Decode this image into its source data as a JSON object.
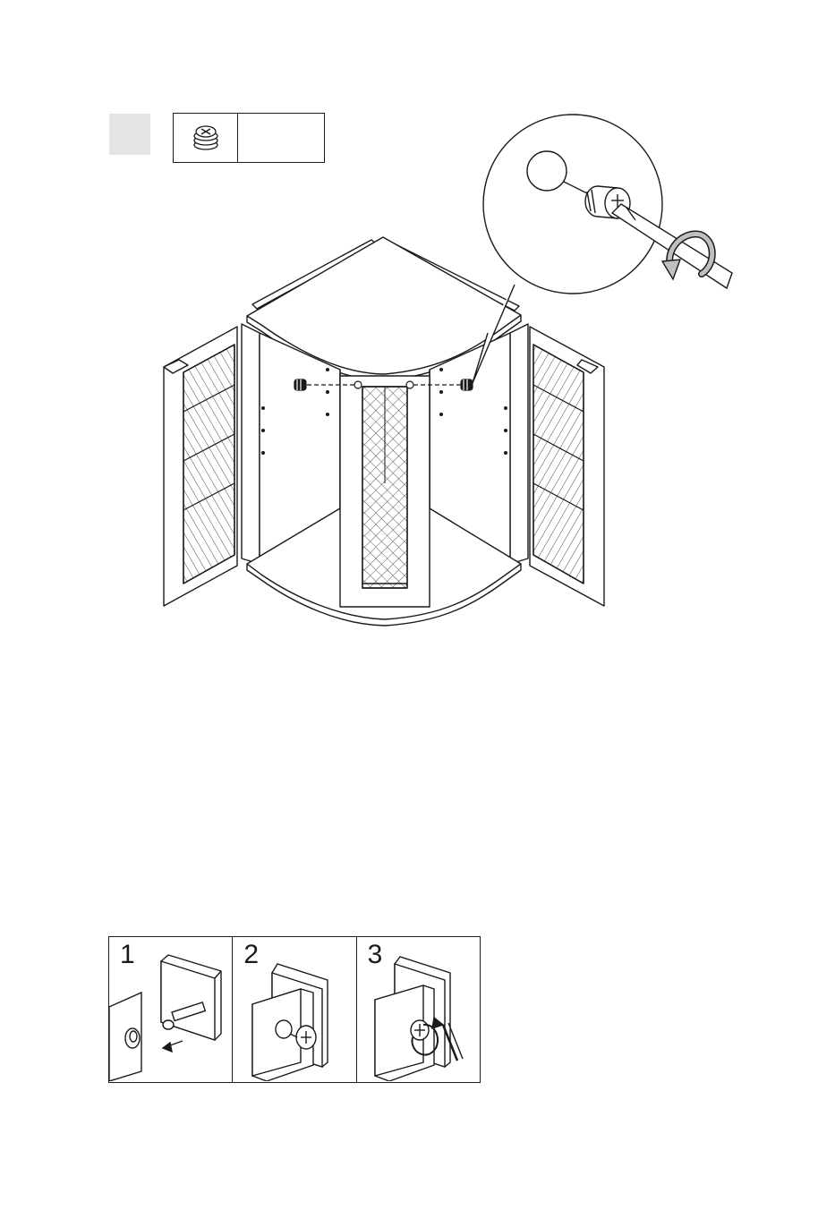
{
  "step": {
    "badge_label": ""
  },
  "parts_box": {
    "icon": "cam-lock-fitting-icon",
    "quantity_label": ""
  },
  "colors": {
    "line": "#1a1a1a",
    "badge_fill": "#e4e4e4",
    "arrow_fill": "#bfbfbf",
    "hatch": "#333333"
  },
  "callout": {
    "icon": "screwdriver-rotate-icon"
  },
  "instruction_panels": [
    {
      "number": "1",
      "icon": "insert-cam-bolt-icon"
    },
    {
      "number": "2",
      "icon": "place-cam-lock-icon"
    },
    {
      "number": "3",
      "icon": "turn-cam-lock-icon"
    }
  ]
}
